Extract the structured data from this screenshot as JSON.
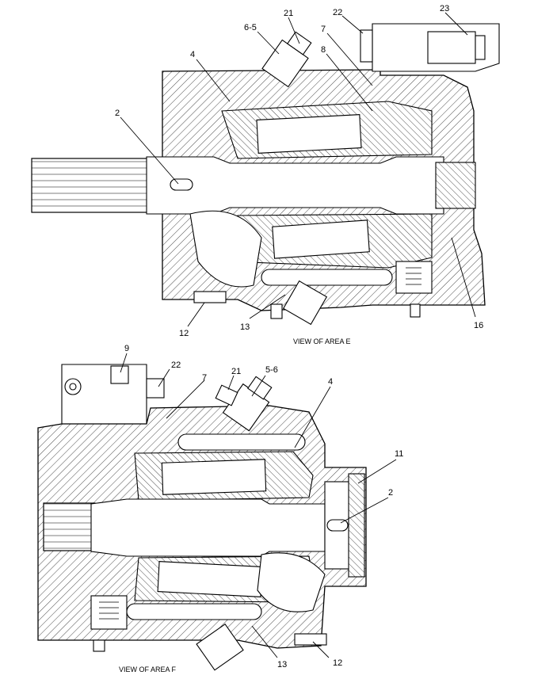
{
  "views": {
    "top": {
      "caption": "VIEW OF AREA E",
      "callouts": [
        "21",
        "22",
        "23",
        "6-5",
        "7",
        "8",
        "4",
        "2",
        "12",
        "13",
        "16"
      ]
    },
    "bottom": {
      "caption": "VIEW OF AREA F",
      "callouts": [
        "9",
        "22",
        "7",
        "21",
        "5-6",
        "4",
        "11",
        "2",
        "13",
        "12"
      ]
    }
  }
}
